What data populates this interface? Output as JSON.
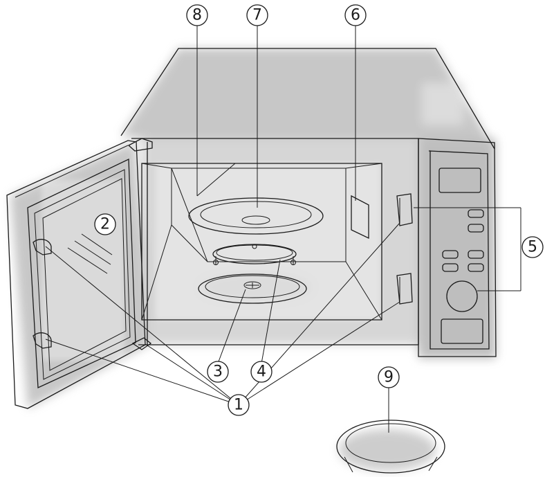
{
  "callouts": {
    "c1": "1",
    "c2": "2",
    "c3": "3",
    "c4": "4",
    "c5": "5",
    "c6": "6",
    "c7": "7",
    "c8": "8",
    "c9": "9"
  },
  "colors": {
    "line": "#1a1a1a",
    "shade": "#9a9a9a"
  }
}
